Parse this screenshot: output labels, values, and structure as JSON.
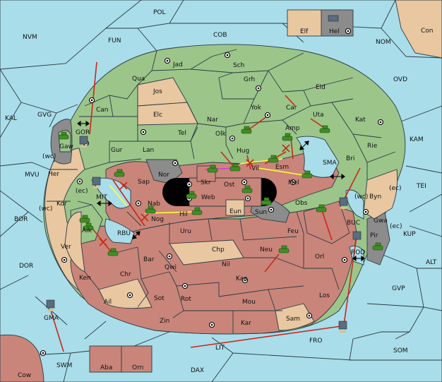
{
  "regions": {
    "pol": "POL",
    "nvm": "NVM",
    "fun": "FUN",
    "cob": "COB",
    "nom": "NOM",
    "con": "Con",
    "elf": "Elf",
    "hel": "Hel",
    "kal": "KAL",
    "gvg": "GVG",
    "ovd": "OVD",
    "kam": "KAM",
    "tei": "TEI",
    "mvu": "MVU",
    "bor": "BOR",
    "dor": "DOR",
    "kup": "KUP",
    "alt": "ALT",
    "gvp": "GVP",
    "som": "SOM",
    "fro": "FRO",
    "lit": "LIT",
    "dax": "DAX",
    "swm": "SWM",
    "cow": "Cow",
    "aba": "Aba",
    "orn": "Orn",
    "gma": "GMA",
    "jad": "Jad",
    "sch": "Sch",
    "qua": "Qua",
    "jos": "Jos",
    "grh": "Grh",
    "can": "Can",
    "elc": "Elc",
    "yok": "Yok",
    "car": "Car",
    "eld": "Eld",
    "nar": "Nar",
    "uta": "Uta",
    "kat": "Kat",
    "tel": "Tel",
    "olk": "Olk",
    "amp": "Amp",
    "gor": "GOR",
    "gaw": "Gaw",
    "gur": "Gur",
    "lan": "Lan",
    "hug": "Hug",
    "rie": "Rie",
    "bri": "Bri",
    "sma": "SMA",
    "her": "Her",
    "wc1": "(wc)",
    "nor": "Nor",
    "skr": "Skr",
    "vil": "Vil",
    "esm": "Esm",
    "sap": "Sap",
    "ost": "Ost",
    "mel": "Mel",
    "byn": "Byn",
    "ec1": "(ec)",
    "ec2": "(ec)",
    "web": "Web",
    "mit": "MIT",
    "kor": "Kor",
    "wc2": "(wc)",
    "nab": "Nab",
    "eun": "Eun",
    "sun": "Sun",
    "obs": "Obs",
    "wc3": "(wc)",
    "gwa": "Gwa",
    "ec3": "(ec)",
    "hil": "Hil",
    "buc": "BUC",
    "pir": "Pir",
    "aik": "Aik",
    "rbu": "RBU",
    "nog": "Nog",
    "uru": "Uru",
    "feu": "Feu",
    "rod": "ROD",
    "ver": "Ver",
    "chp": "Chp",
    "neu": "Neu",
    "orl": "Orl",
    "bar": "Bar",
    "qwi": "Qwi",
    "nil": "Nil",
    "ken": "Ken",
    "chr": "Chr",
    "kaa": "Kaa",
    "ail": "Ail",
    "sot": "Sot",
    "rot": "Rot",
    "mou": "Mou",
    "los": "Los",
    "zin": "Zin",
    "kar": "Kar",
    "sam": "Sam"
  },
  "colors": {
    "sea": "#a9dde9",
    "green_power": "#9cc58a",
    "tan_neutral": "#e8c7a1",
    "red_power": "#c9857a",
    "impassable": "#8c8c8c"
  },
  "icons": {
    "army": "tank-icon",
    "fleet": "ship-icon",
    "supply_center": "supply-center-icon",
    "move_order": "red-arrow",
    "support_order": "yellow-arrow",
    "convoy_order": "magenta-arrow",
    "dislodged": "red-cross-icon"
  }
}
